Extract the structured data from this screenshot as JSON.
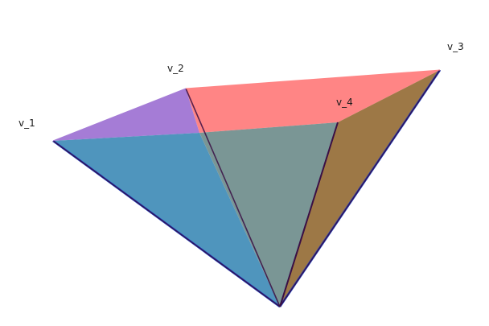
{
  "vertices": {
    "v1": "v_1",
    "v2": "v_2",
    "v3": "v_3",
    "v4": "v_4"
  },
  "colors": {
    "face_front": "#4f95bd",
    "face_back_top": "#ff8585",
    "face_left_top": "#a57cd6",
    "face_center": "#7a9695",
    "face_right": "#9d7846",
    "edge_dark": "#3a0f45",
    "edge_blue": "#1a3dbd"
  }
}
